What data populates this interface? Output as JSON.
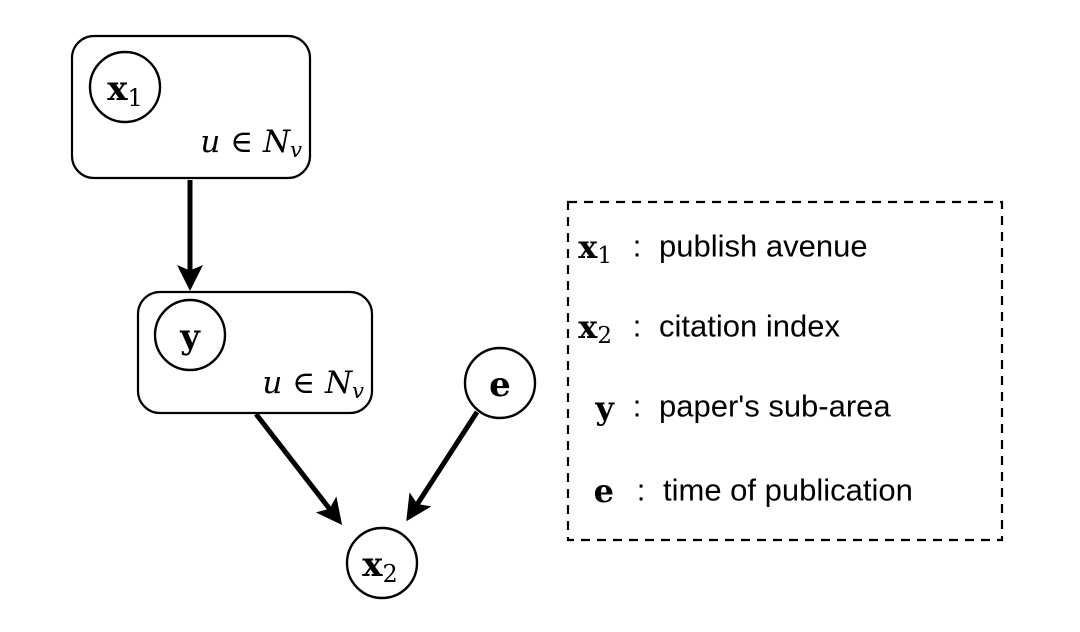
{
  "figure": {
    "type": "probabilistic-graphical-model",
    "background_color": "#ffffff",
    "stroke_color": "#000000"
  },
  "plates": [
    {
      "id": "plate-x1",
      "index_label": "u ∈ N",
      "index_subscript": "v",
      "node": {
        "id": "x1",
        "symbol": "x",
        "subscript": "1"
      }
    },
    {
      "id": "plate-y",
      "index_label": "u ∈ N",
      "index_subscript": "v",
      "node": {
        "id": "y",
        "symbol": "y",
        "subscript": ""
      }
    }
  ],
  "nodes": [
    {
      "id": "e",
      "symbol": "e",
      "subscript": ""
    },
    {
      "id": "x2",
      "symbol": "x",
      "subscript": "2"
    }
  ],
  "edges": [
    {
      "id": "edge-x1-to-y",
      "from": "x1",
      "to": "y"
    },
    {
      "id": "edge-y-to-x2",
      "from": "y",
      "to": "x2"
    },
    {
      "id": "edge-e-to-x2",
      "from": "e",
      "to": "x2"
    }
  ],
  "legend": {
    "border_style": "dashed",
    "entries": [
      {
        "symbol": "x",
        "subscript": "1",
        "colon": ":",
        "description": "publish avenue"
      },
      {
        "symbol": "x",
        "subscript": "2",
        "colon": ":",
        "description": "citation index"
      },
      {
        "symbol": "y",
        "subscript": "",
        "colon": ":",
        "description": "paper's sub-area"
      },
      {
        "symbol": "e",
        "subscript": "",
        "colon": ":",
        "description": "time of publication"
      }
    ]
  }
}
